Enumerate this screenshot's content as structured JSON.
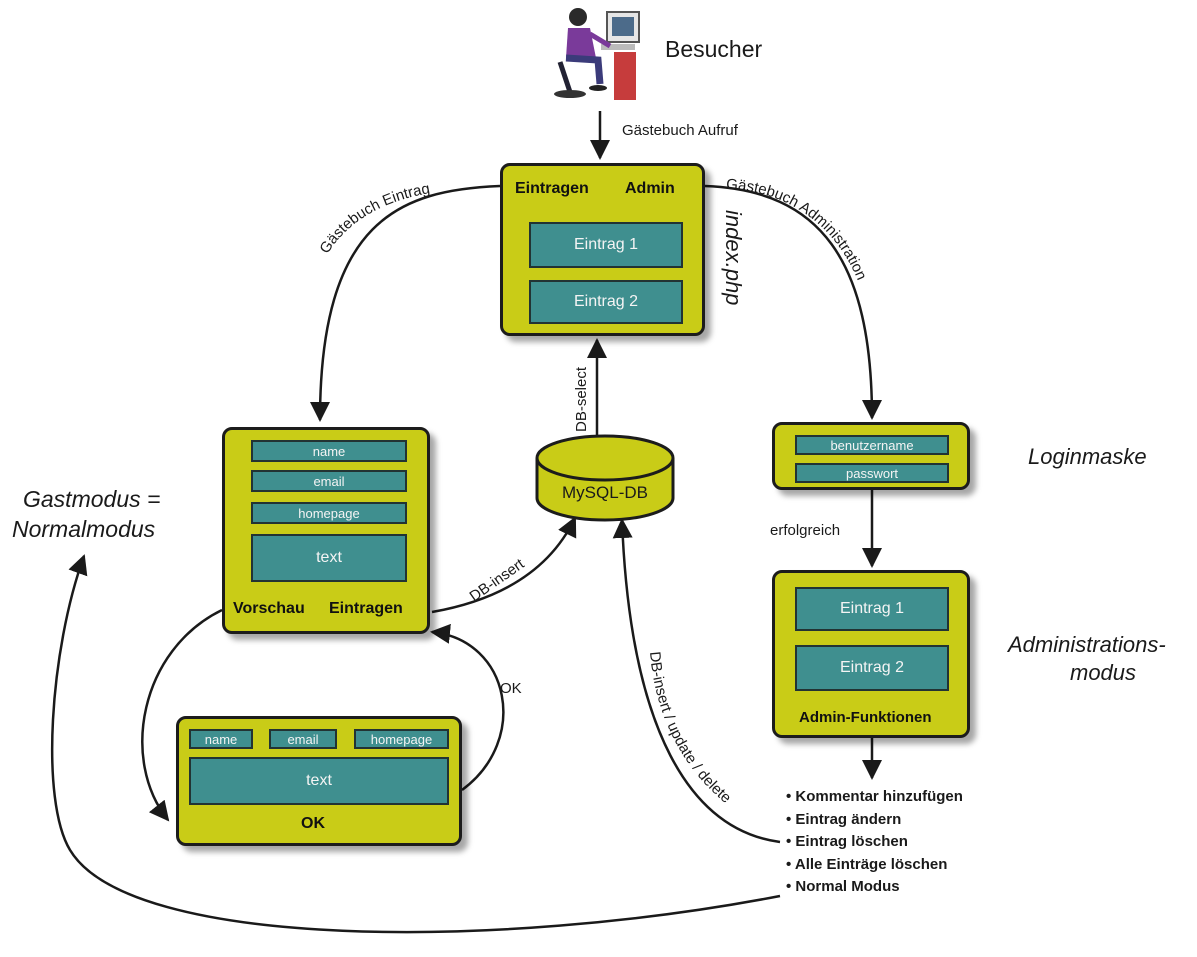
{
  "visitor": {
    "label": "Besucher"
  },
  "flows": {
    "guestbook_call": "Gästebuch Aufruf",
    "guestbook_entry": "Gästebuch Eintrag",
    "guestbook_admin": "Gästebuch Administration",
    "db_select": "DB-select",
    "db_insert": "DB-insert",
    "db_insert_update_delete": "DB-insert / update / delete",
    "successful": "erfolgreich",
    "ok": "OK"
  },
  "index_panel": {
    "label_left": "Eintragen",
    "label_right": "Admin",
    "entries": [
      "Eintrag 1",
      "Eintrag 2"
    ],
    "file_name": "index.php"
  },
  "database": {
    "label": "MySQL-DB"
  },
  "entry_form": {
    "fields": [
      "name",
      "email",
      "homepage",
      "text"
    ],
    "label_left": "Vorschau",
    "label_right": "Eintragen"
  },
  "preview_panel": {
    "fields": [
      "name",
      "email",
      "homepage"
    ],
    "text_field": "text",
    "footer": "OK"
  },
  "login_panel": {
    "fields": [
      "benutzername",
      "passwort"
    ],
    "caption": "Loginmaske"
  },
  "admin_panel": {
    "entries": [
      "Eintrag 1",
      "Eintrag 2"
    ],
    "footer": "Admin-Funktionen",
    "caption_line1": "Administrations-",
    "caption_line2": "modus"
  },
  "admin_functions": [
    "• Kommentar hinzufügen",
    "• Eintrag ändern",
    "• Eintrag löschen",
    "• Alle Einträge löschen",
    "• Normal Modus"
  ],
  "guest_mode": {
    "line1": "Gastmodus =",
    "line2": "Normalmodus"
  },
  "colors": {
    "panel": "#c9cc17",
    "field": "#3f8f8f",
    "outline": "#1c1c1c"
  },
  "icons": {
    "visitor": "person-at-computer-icon"
  }
}
